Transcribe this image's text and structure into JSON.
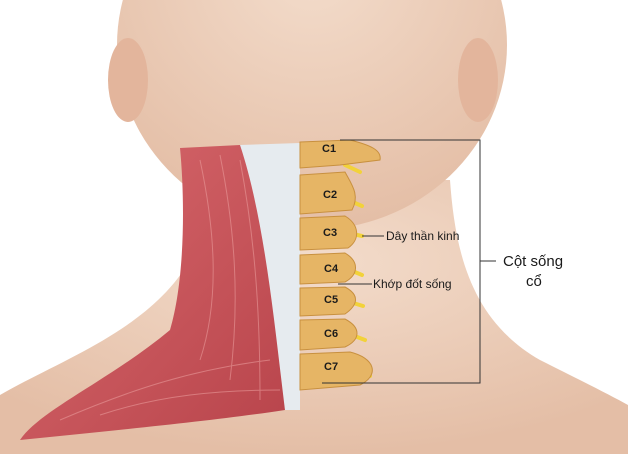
{
  "labels": {
    "vertebrae": [
      "C1",
      "C2",
      "C3",
      "C4",
      "C5",
      "C6",
      "C7"
    ],
    "nerve": "Dây thần kinh",
    "facet_joint": "Khớp đốt sống",
    "cervical_spine_line1": "Cột sống",
    "cervical_spine_line2": "cổ"
  },
  "colors": {
    "skin": "#f0d5c3",
    "muscle": "#c9545a",
    "bone": "#e6b565",
    "nerve": "#f2d23a",
    "tissue": "#e8ecef"
  }
}
